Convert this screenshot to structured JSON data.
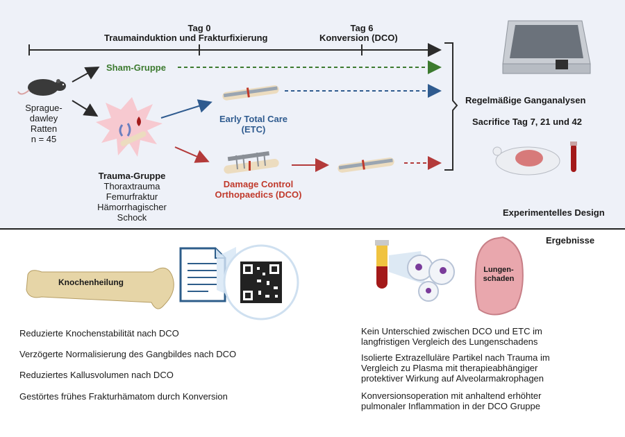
{
  "timeline": {
    "day0_title": "Tag 0",
    "day0_subtitle": "Traumainduktion und Frakturfixierung",
    "day6_title": "Tag 6",
    "day6_subtitle": "Konversion (DCO)"
  },
  "animals": {
    "line1": "Sprague-",
    "line2": "dawley",
    "line3": "Ratten",
    "line4": "n = 45"
  },
  "groups": {
    "sham": "Sham-Gruppe",
    "trauma_title": "Trauma-Gruppe",
    "trauma_items": [
      "Thoraxtrauma",
      "Femurfraktur",
      "Hämorrhagischer",
      "Schock"
    ],
    "etc_line1": "Early Total Care",
    "etc_line2": "(ETC)",
    "dco_line1": "Damage Control",
    "dco_line2": "Orthopaedics (DCO)"
  },
  "outcomes": {
    "gait": "Regelmäßige Ganganalysen",
    "sacrifice": "Sacrifice Tag 7, 21 und 42"
  },
  "section_labels": {
    "design": "Experimentelles Design",
    "results": "Ergebnisse"
  },
  "bone_label": "Knochenheilung",
  "lung_label_line1": "Lungen-",
  "lung_label_line2": "schaden",
  "results_left": [
    "Reduzierte Knochenstabilität nach DCO",
    "Verzögerte Normalisierung des Gangbildes nach DCO",
    "Reduziertes Kallusvolumen nach DCO",
    "Gestörtes frühes Frakturhämatom durch Konversion"
  ],
  "results_right": [
    {
      "l1": "Kein Unterschied zwischen DCO und ETC im",
      "l2": "langfristigen Vergleich des Lungenschadens"
    },
    {
      "l1": "Isolierte Extrazelluläre Partikel nach Trauma im",
      "l2": "Vergleich zu Plasma mit therapieabhängiger",
      "l3": "protektiver Wirkung auf Alveolarmakrophagen"
    },
    {
      "l1": "Konversionsoperation mit anhaltend erhöhter",
      "l2": "pulmonaler Inflammation in der DCO Gruppe"
    }
  ],
  "colors": {
    "sham": "#3c7a2f",
    "etc": "#2f5b8f",
    "dco": "#c0392b",
    "panel_bg": "#eef1f8"
  }
}
